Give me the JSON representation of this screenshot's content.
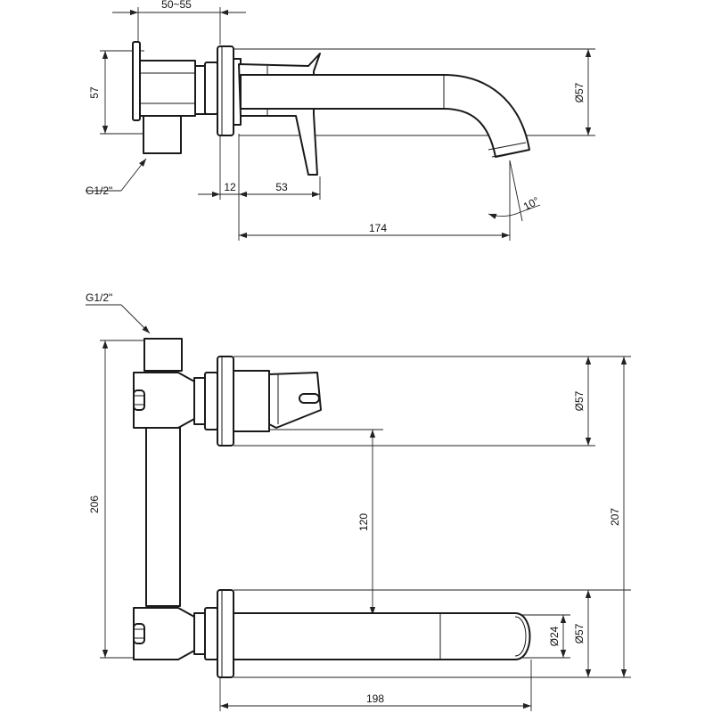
{
  "side_view": {
    "dim_width_range": "50~55",
    "dim_body_height": "57",
    "dim_rosette_diameter": "Ø57",
    "dim_offset": "12",
    "dim_lever_offset": "53",
    "dim_spout_reach": "174",
    "dim_spout_angle": "10°",
    "thread_label": "G1/2\""
  },
  "bottom_view": {
    "thread_label": "G1/2\"",
    "dim_upper_rosette_diameter": "Ø57",
    "dim_center_distance": "120",
    "dim_left_height": "206",
    "dim_right_height": "207",
    "dim_outlet_diameter": "Ø24",
    "dim_lower_rosette_diameter": "Ø57",
    "dim_spout_length": "198"
  }
}
